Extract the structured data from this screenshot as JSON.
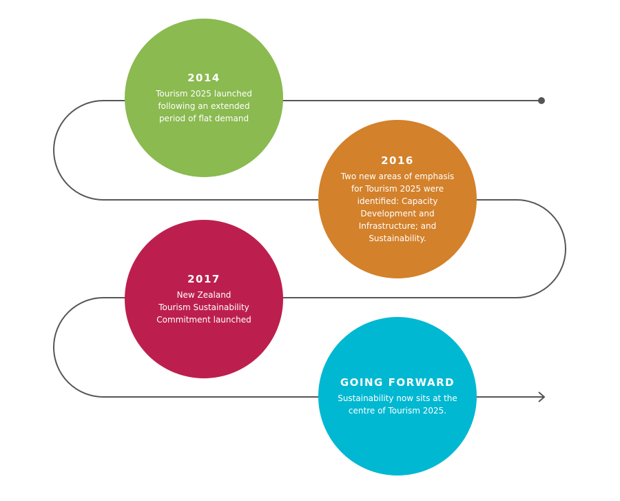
{
  "colors": {
    "line": "#555555",
    "m2014": "#8aba50",
    "m2016": "#d3812b",
    "m2017": "#bc1f4e",
    "forward": "#00b8d1"
  },
  "milestones": [
    {
      "year": "2014",
      "lines": [
        "Tourism 2025 launched",
        "following an extended",
        "period of flat demand"
      ]
    },
    {
      "year": "2016",
      "lines": [
        "Two new areas of emphasis",
        "for Tourism 2025 were",
        "identified: Capacity",
        "Development and",
        "Infrastructure; and",
        "Sustainability."
      ]
    },
    {
      "year": "2017",
      "lines": [
        "New Zealand",
        "Tourism Sustainability",
        "Commitment launched"
      ]
    },
    {
      "year": "GOING FORWARD",
      "lines": [
        "Sustainability now sits at the",
        "centre of Tourism 2025."
      ]
    }
  ],
  "icons": {
    "start": "start-dot-icon",
    "end": "arrow-right-icon"
  }
}
